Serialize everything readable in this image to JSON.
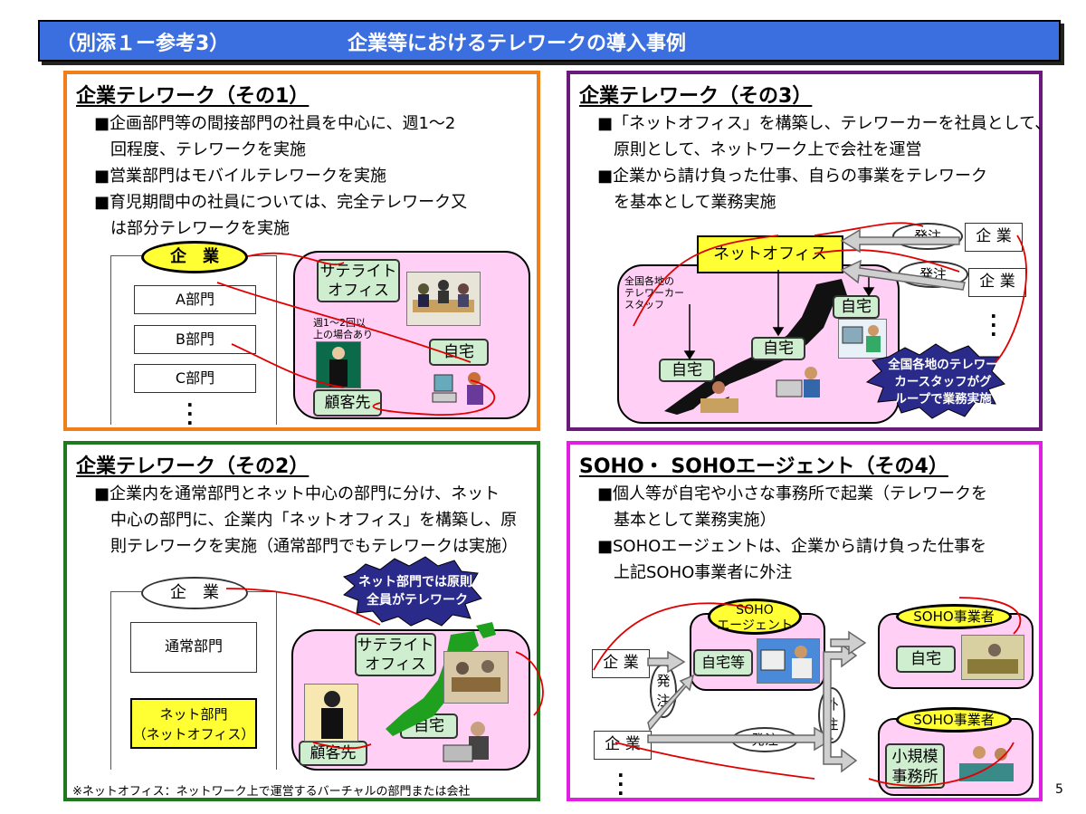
{
  "header": {
    "left": "（別添１ー参考3）",
    "right": "企業等におけるテレワークの導入事例"
  },
  "page_number": "5",
  "panel1": {
    "title_main": "企業テレワーク",
    "title_paren": "（その1）",
    "bullets": [
      "■企画部門等の間接部門の社員を中心に、週1～2",
      "　回程度、テレワークを実施",
      "■営業部門はモバイルテレワークを実施",
      "■育児期間中の社員については、完全テレワーク又",
      "　は部分テレワークを実施"
    ],
    "company": "企　業",
    "dept_a": "A部門",
    "dept_b": "B部門",
    "dept_c": "C部門",
    "satellite": "サテライト\nオフィス",
    "weekly_note": "週1～2回以\n上の場合あり",
    "home": "自宅",
    "client": "顧客先"
  },
  "panel2": {
    "title_main": "企業テレワーク",
    "title_paren": "（その2）",
    "bullets": [
      "■企業内を通常部門とネット中心の部門に分け、ネット",
      "　中心の部門に、企業内「ネットオフィス」を構築し、原",
      "　則テレワークを実施（通常部門でもテレワークは実施）"
    ],
    "company": "企　業",
    "normal_dept": "通常部門",
    "net_dept": "ネット部門\n（ネットオフィス）",
    "burst": "ネット部門では原則、\n全員がテレワーク",
    "satellite": "サテライト\nオフィス",
    "home": "自宅",
    "client": "顧客先",
    "footnote": "※ネットオフィス：ネットワーク上で運営するバーチャルの部門または会社"
  },
  "panel3": {
    "title_main": "企業テレワーク",
    "title_paren": "（その3）",
    "bullets": [
      "■「ネットオフィス」を構築し、テレワーカーを社員として、",
      "　原則として、ネットワーク上で会社を運営",
      "■企業から請け負った仕事、自らの事業をテレワーク",
      "　を基本として業務実施"
    ],
    "net_office": "ネットオフィス",
    "order1": "発注",
    "order2": "発注",
    "company1": "企 業",
    "company2": "企 業",
    "staff_note": "全国各地の\nテレワーカー\nスタッフ",
    "home1": "自宅",
    "home2": "自宅",
    "home3": "自宅",
    "burst": "全国各地のテレワー\nカースタッフがグ\nループで業務実施"
  },
  "panel4": {
    "title_main": "SOHO・ SOHOエージェント",
    "title_paren": "（その4）",
    "bullets": [
      "■個人等が自宅や小さな事務所で起業（テレワークを",
      "　基本として業務実施）",
      "■SOHOエージェントは、企業から請け負った仕事を",
      "　上記SOHO事業者に外注"
    ],
    "agent": "SOHO\nエージェント",
    "agent_home": "自宅等",
    "soho1": "SOHO事業者",
    "soho1_home": "自宅",
    "soho2": "SOHO事業者",
    "soho2_office": "小規模\n事務所",
    "company1": "企 業",
    "company2": "企 業",
    "order_v": "発\n注",
    "outsource": "外\n注",
    "order_h": "発注"
  },
  "colors": {
    "header_bg": "#3b6fe0",
    "panel1": "#f07f1a",
    "panel2": "#1f7a1f",
    "panel3": "#6a1a7a",
    "panel4": "#e020e0",
    "pink": "#ffcff5",
    "green_box": "#cfeecf",
    "yellow": "#ffff33",
    "burst": "#2a2a8a",
    "red_line": "#e00000"
  }
}
